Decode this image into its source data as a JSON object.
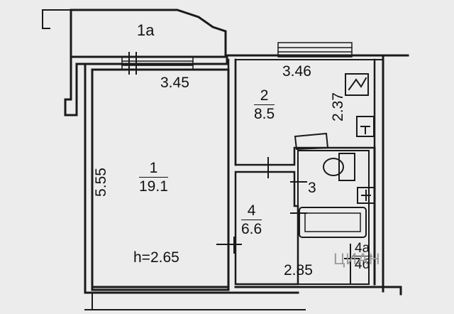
{
  "rooms": {
    "balcony": {
      "number": "1a"
    },
    "room1": {
      "number": "1",
      "area": "19.1"
    },
    "room2": {
      "number": "2",
      "area": "8.5"
    },
    "room3": {
      "number": "3"
    },
    "room4": {
      "number": "4",
      "area": "6.6"
    },
    "room4a": {
      "number": "4a",
      "area": "4б"
    }
  },
  "dimensions": {
    "room1_width": "3.45",
    "room1_length": "5.55",
    "room2_width": "3.46",
    "room2_length": "2.37",
    "room4_width": "2.85"
  },
  "ceiling_height": "h=2.65",
  "watermark": "ЦИАН"
}
